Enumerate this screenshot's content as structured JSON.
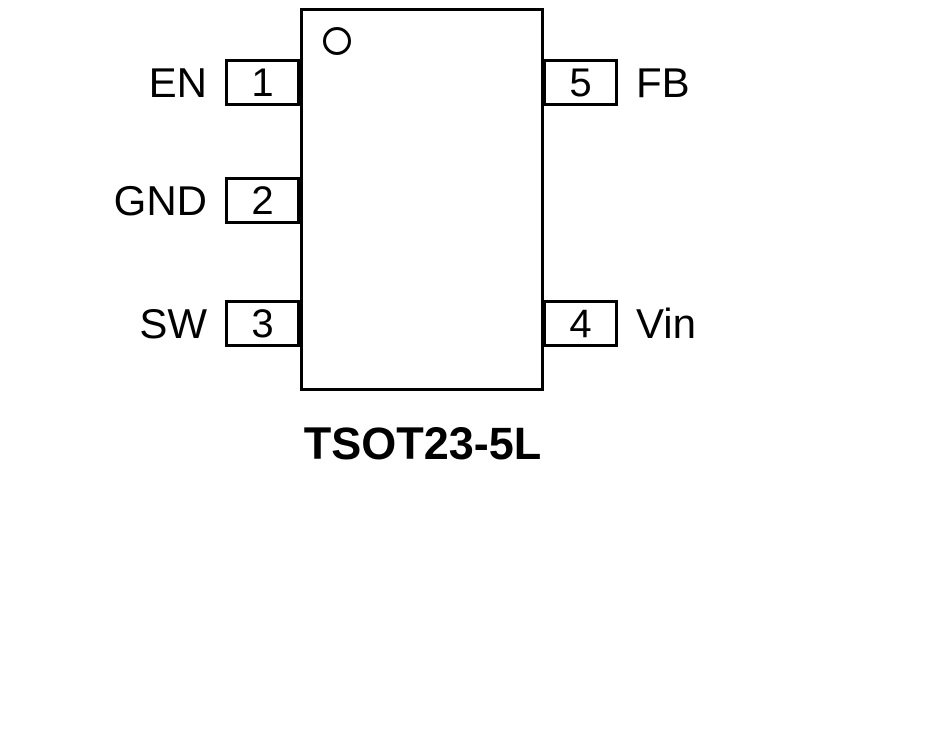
{
  "diagram": {
    "package_name": "TSOT23-5L",
    "pin1_indicator": "circle-marker",
    "pins_left": [
      {
        "number": "1",
        "name": "EN"
      },
      {
        "number": "2",
        "name": "GND"
      },
      {
        "number": "3",
        "name": "SW"
      }
    ],
    "pins_right": [
      {
        "number": "5",
        "name": "FB"
      },
      {
        "number": "4",
        "name": "Vin"
      }
    ]
  }
}
